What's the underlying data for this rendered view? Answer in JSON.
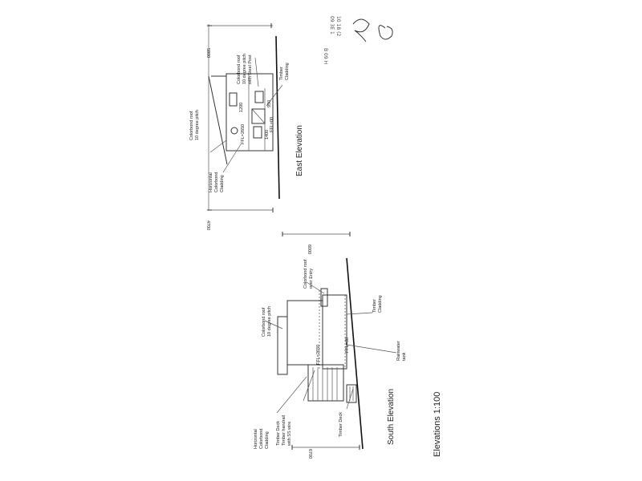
{
  "east_elevation": {
    "title": "East Elevation",
    "labels": {
      "roof_main": [
        "Colorbond roof",
        "10 degree pitch"
      ],
      "roof_steel": [
        "Colorbond roof",
        "10 degree pitch",
        "with Steel Post"
      ],
      "cladding_h": [
        "Horizontal",
        "Colorbond",
        "Cladding"
      ],
      "cladding_t": [
        "Timber",
        "Cladding"
      ],
      "ffl_upper": "FFL=2650",
      "ffl_lower": "FFL=00"
    },
    "dims": {
      "overall_w": "5800",
      "overall_h": "4700",
      "d1": "1200",
      "d2": "950",
      "d3": "1400"
    }
  },
  "south_elevation": {
    "title": "South Elevation",
    "labels": {
      "roof_main": [
        "Colorbond roof",
        "10 degree pitch"
      ],
      "roof_entry": [
        "Colorbond roof",
        "over Entry"
      ],
      "cladding_t": [
        "Timber",
        "Cladding"
      ],
      "tank": [
        "Rainwater",
        "tank"
      ],
      "cladding_h": [
        "Horizontal",
        "Colorbond",
        "Cladding"
      ],
      "deck1": [
        "Timber Deck",
        "Timber handrail",
        "with SS wire"
      ],
      "deck2": "Timber Deck",
      "ffl_upper": "FFL=2650",
      "ffl_lower": "FFL=00"
    },
    "dims": {
      "overall_w": "6000",
      "overall_h": "6700"
    }
  },
  "sheet": {
    "title": "Elevations   1:100"
  },
  "stamp": {
    "lines": [
      "B 09 H",
      "09 3E 1",
      "10 18 (2"
    ]
  }
}
